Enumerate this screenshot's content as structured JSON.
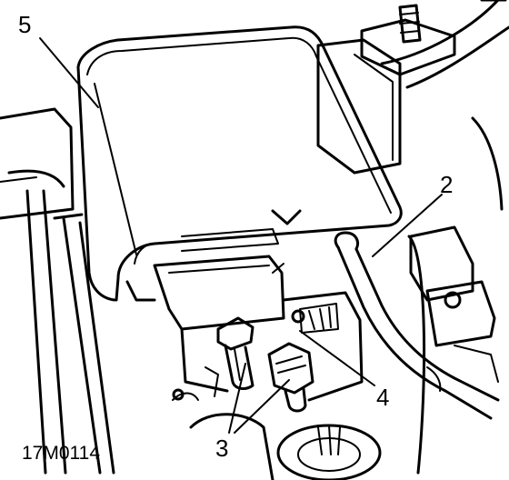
{
  "figure_id": "17M0114",
  "callouts": {
    "c5": "5",
    "c2": "2",
    "c4": "4",
    "c3": "3"
  },
  "colors": {
    "line": "#000000",
    "fill": "#ffffff"
  }
}
